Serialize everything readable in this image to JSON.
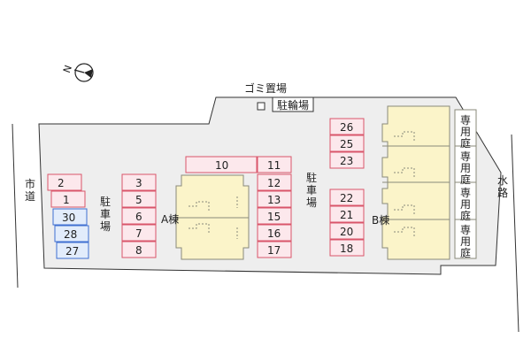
{
  "labels": {
    "gomi": "ゴミ置場",
    "bicycle": "駐輪場",
    "road_left": "市道",
    "road_right": "水路",
    "parking_left": "駐車場",
    "parking_right": "駐車場",
    "building_a": "A棟",
    "building_b": "B棟",
    "garden": "専用庭",
    "north": "N"
  },
  "colors": {
    "site": "#eeeeee",
    "red_stall_border": "#d9556a",
    "red_stall_fill": "#fce8ec",
    "blue_stall_border": "#3f6fd1",
    "blue_stall_fill": "#e2ecfb",
    "building_fill": "#fbf4c9",
    "building_border": "#8a8a7a"
  },
  "stalls": {
    "s2": "2",
    "s1": "1",
    "s30": "30",
    "s28": "28",
    "s27": "27",
    "s3": "3",
    "s5": "5",
    "s6": "6",
    "s7": "7",
    "s8": "8",
    "s10": "10",
    "s11": "11",
    "s12": "12",
    "s13": "13",
    "s15": "15",
    "s16": "16",
    "s17": "17",
    "s26": "26",
    "s25": "25",
    "s23": "23",
    "s22": "22",
    "s21": "21",
    "s20": "20",
    "s18": "18"
  }
}
